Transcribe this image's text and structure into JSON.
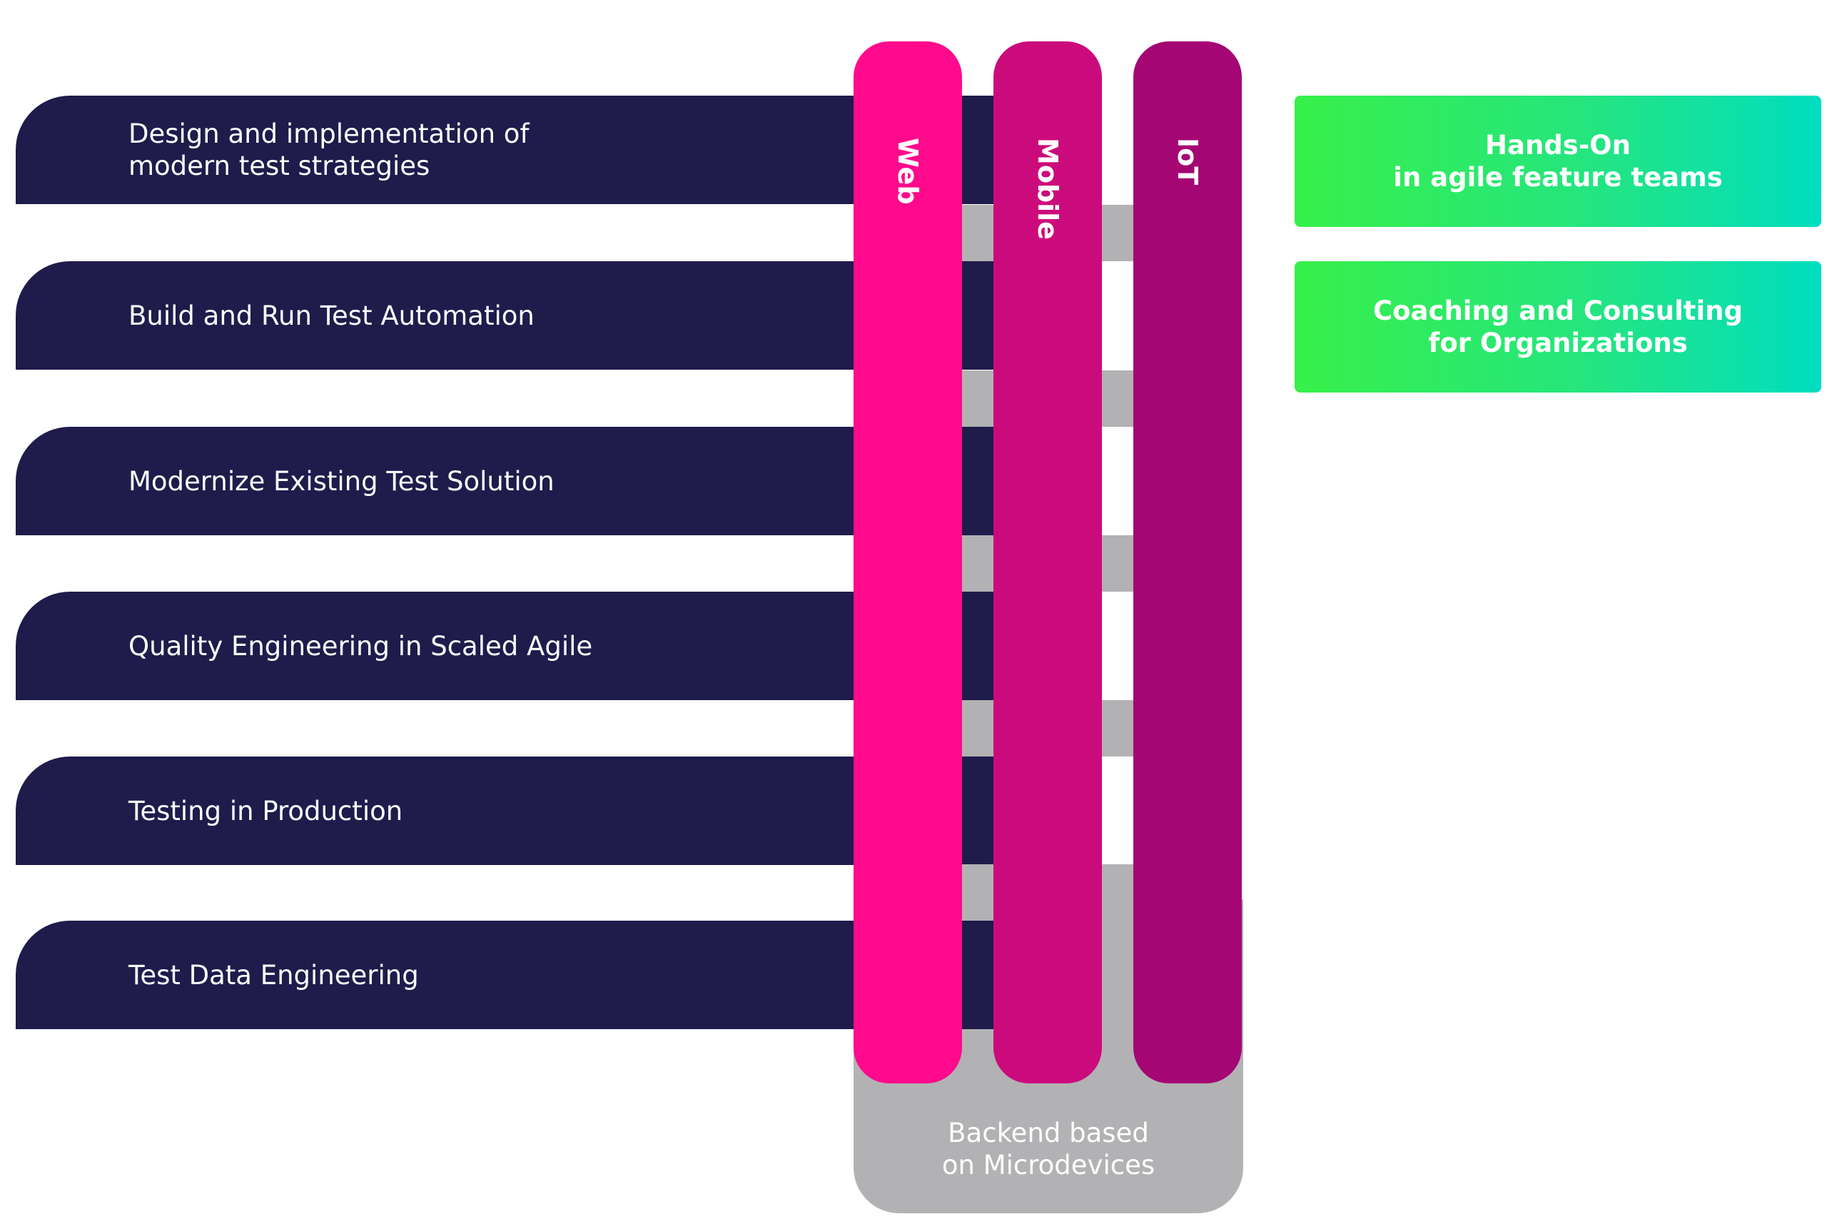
{
  "services": [
    {
      "label": "Design and implementation of\nmodern test strategies"
    },
    {
      "label": "Build and Run Test Automation"
    },
    {
      "label": "Modernize Existing Test Solution"
    },
    {
      "label": "Quality Engineering in Scaled Agile"
    },
    {
      "label": "Testing in Production"
    },
    {
      "label": "Test Data Engineering"
    }
  ],
  "platforms": [
    {
      "label": "Web",
      "color": "#ff0a8c"
    },
    {
      "label": "Mobile",
      "color": "#cb0b7c"
    },
    {
      "label": "IoT",
      "color": "#a40673"
    }
  ],
  "backend": {
    "label": "Backend based\non Microdevices",
    "color": "#b2b2b4"
  },
  "engagement": [
    {
      "label": "Hands-On\nin agile feature teams"
    },
    {
      "label": "Coaching and Consulting\nfor Organizations"
    }
  ],
  "colors": {
    "bar": "#1f1b4b",
    "green_start": "#37f049",
    "green_end": "#00ddc0"
  }
}
